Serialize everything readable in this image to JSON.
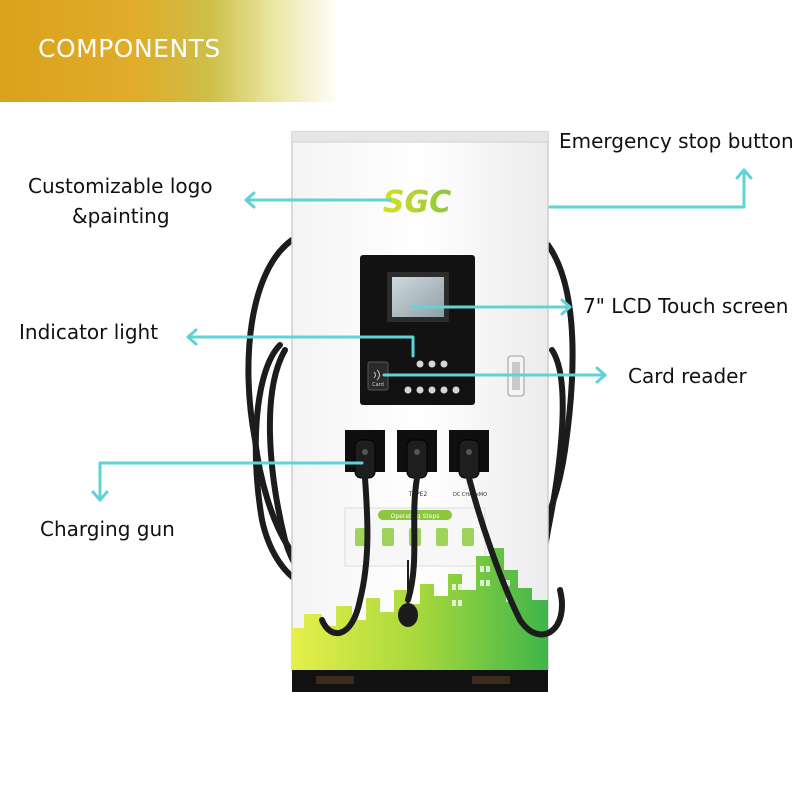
{
  "header": {
    "title": "COMPONENTS"
  },
  "product": {
    "logo_text": "SGC",
    "card_label": "Card",
    "steps_label": "Operating Steps",
    "port_labels": [
      "TYPE2",
      "DC CHAdeMO"
    ]
  },
  "callouts": {
    "logo": [
      "Customizable logo",
      "&painting"
    ],
    "emergency": "Emergency stop button",
    "lcd": "7\" LCD Touch screen",
    "indicator": "Indicator light",
    "card_reader": "Card reader",
    "gun": "Charging gun"
  },
  "colors": {
    "arrow": "#5fd3d8",
    "banner_gold": "#d9a21b",
    "logo_green": "#8cc63f",
    "skyline_green": "#7cc63a",
    "cable": "#1c1c1c"
  },
  "icons": [
    "arrow-left-icon",
    "arrow-right-icon",
    "arrow-up-icon",
    "arrow-down-icon",
    "nfc-icon"
  ]
}
